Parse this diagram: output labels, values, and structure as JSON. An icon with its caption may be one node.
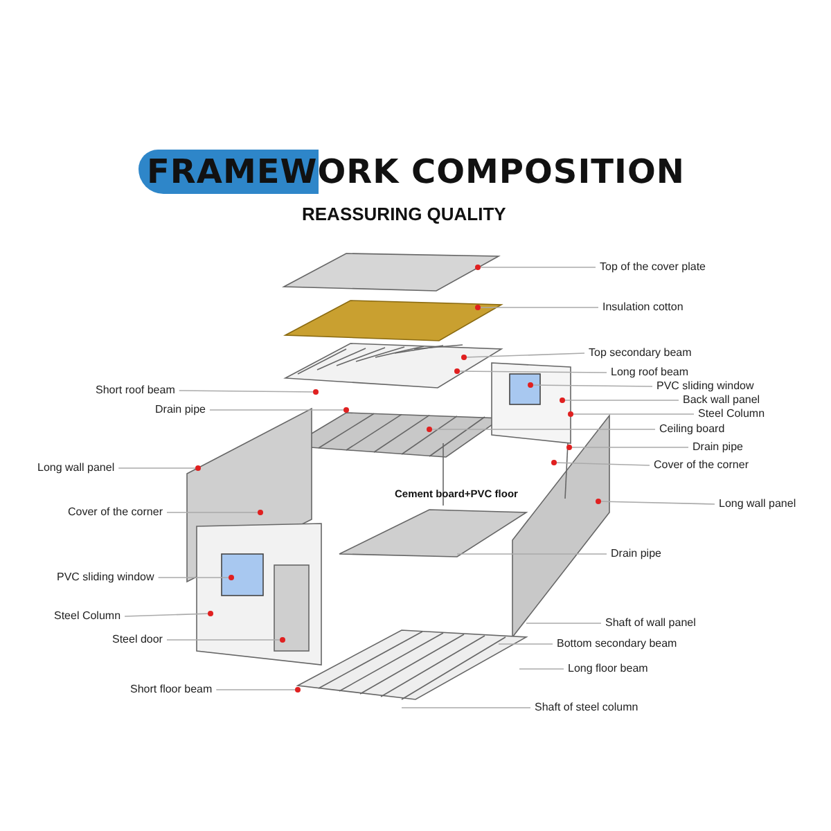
{
  "diagram": {
    "title": "FRAMEWORK COMPOSITION",
    "nodes": [
      {
        "text": [
          "Top of the cover plate"
        ]
      },
      {
        "text": [
          "Insulation cotton"
        ]
      },
      {
        "text": [
          "Top secondary beam"
        ]
      },
      {
        "text": [
          "Long roof beam"
        ]
      },
      {
        "text": [
          "PVC sliding window"
        ]
      },
      {
        "text": [
          "Short roof beam"
        ]
      },
      {
        "text": [
          "Back wall panel"
        ]
      },
      {
        "text": [
          "Drain pipe"
        ]
      },
      {
        "text": [
          "Steel Column"
        ]
      },
      {
        "text": [
          "Ceiling board"
        ]
      },
      {
        "text": [
          "Drain pipe"
        ]
      },
      {
        "text": [
          "Cover of the corner"
        ]
      },
      {
        "text": [
          "Long wall panel"
        ]
      },
      {
        "text": [
          "Long wall panel"
        ]
      },
      {
        "text": [
          "Cover of the corner"
        ]
      },
      {
        "text": [
          "Drain pipe"
        ]
      },
      {
        "text": [
          "PVC sliding window"
        ]
      },
      {
        "text": [
          "Steel Column"
        ]
      },
      {
        "text": [
          "Shaft of wall panel"
        ]
      },
      {
        "text": [
          "Steel door"
        ]
      },
      {
        "text": [
          "Bottom secondary beam"
        ]
      },
      {
        "text": [
          "Long floor beam"
        ]
      },
      {
        "text": [
          "Short floor beam"
        ]
      },
      {
        "text": [
          "Shaft of steel column"
        ]
      }
    ],
    "edges": [
      {
        "from": 0,
        "to": null,
        "arrow": "other"
      },
      {
        "from": 1,
        "to": null,
        "arrow": "other"
      },
      {
        "from": 2,
        "to": null,
        "arrow": "other"
      },
      {
        "from": 3,
        "to": null,
        "arrow": "other"
      },
      {
        "from": 4,
        "to": null,
        "arrow": "other"
      },
      {
        "from": 5,
        "to": null,
        "arrow": "other"
      },
      {
        "from": 6,
        "to": null,
        "arrow": "other"
      },
      {
        "from": 7,
        "to": null,
        "arrow": "other"
      },
      {
        "from": 8,
        "to": null,
        "arrow": "other"
      },
      {
        "from": 9,
        "to": null,
        "arrow": "other"
      },
      {
        "from": 10,
        "to": null,
        "arrow": "other"
      },
      {
        "from": 11,
        "to": null,
        "arrow": "other"
      },
      {
        "from": 12,
        "to": null,
        "arrow": "other"
      },
      {
        "from": 13,
        "to": null,
        "arrow": "other"
      },
      {
        "from": 14,
        "to": null,
        "arrow": "other"
      },
      {
        "from": 15,
        "to": null,
        "arrow": "none"
      },
      {
        "from": 16,
        "to": null,
        "arrow": "other"
      },
      {
        "from": 17,
        "to": null,
        "arrow": "other"
      },
      {
        "from": 18,
        "to": null,
        "arrow": "none"
      },
      {
        "from": 19,
        "to": null,
        "arrow": "other"
      },
      {
        "from": 20,
        "to": null,
        "arrow": "none"
      },
      {
        "from": 21,
        "to": null,
        "arrow": "none"
      },
      {
        "from": 22,
        "to": null,
        "arrow": "other"
      },
      {
        "from": 23,
        "to": null,
        "arrow": "none"
      }
    ],
    "labels": [
      "REASSURING QUALITY",
      "Cement board+PVC floor"
    ]
  }
}
